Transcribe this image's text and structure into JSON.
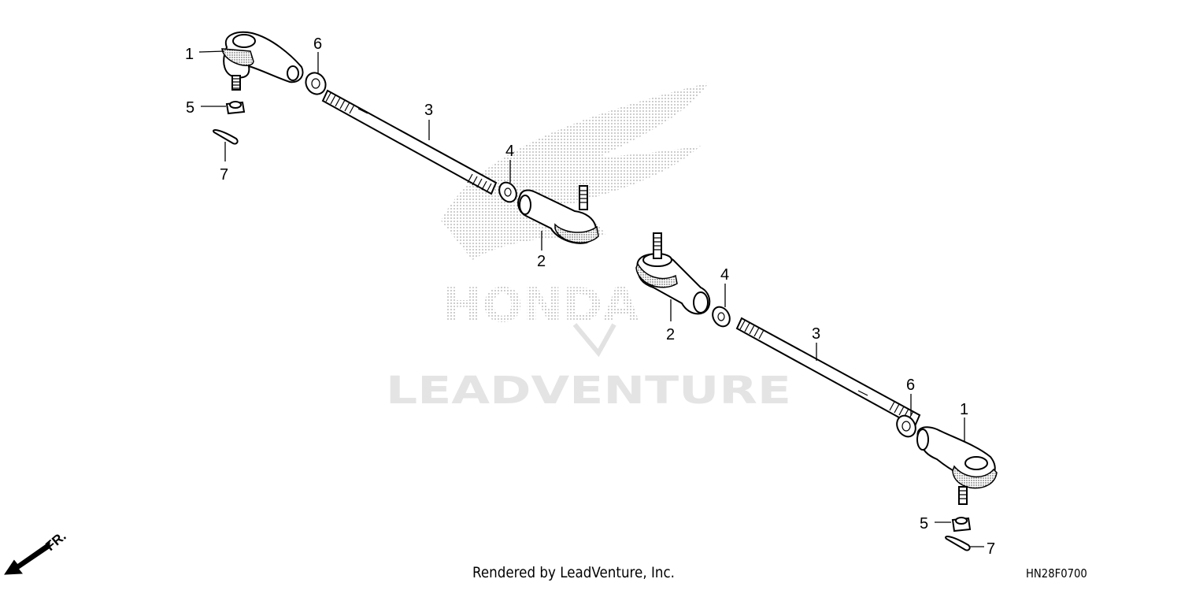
{
  "watermark": {
    "brand": "HONDA",
    "vendor": "LEADVENTURE"
  },
  "callouts": {
    "left_tie_rod_end": "1",
    "left_castle_nut": "5",
    "left_cotter_pin": "7",
    "left_lock_nut_outer": "6",
    "left_tie_rod": "3",
    "left_lock_nut_inner": "4",
    "left_ball_joint": "2",
    "right_ball_joint": "2",
    "right_lock_nut_inner": "4",
    "right_tie_rod": "3",
    "right_lock_nut_outer": "6",
    "right_tie_rod_end": "1",
    "right_castle_nut": "5",
    "right_cotter_pin": "7"
  },
  "direction_indicator": "FR.",
  "footer": {
    "credit": "Rendered by LeadVenture, Inc.",
    "diagram_code": "HN28F0700"
  }
}
